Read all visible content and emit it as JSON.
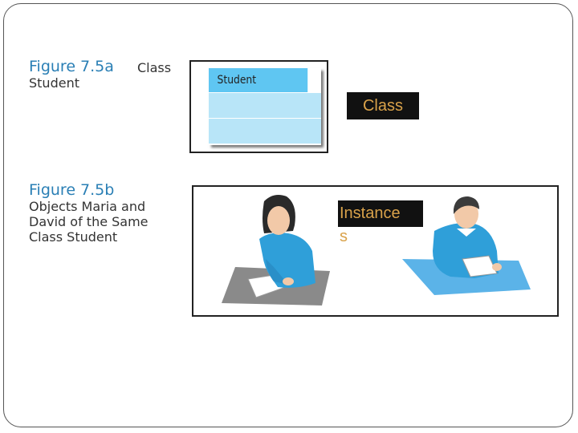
{
  "fig_a": {
    "title": "Figure 7.5a",
    "cap_1": "Class",
    "cap_2": "Student"
  },
  "fig_b": {
    "title": "Figure 7.5b",
    "cap": [
      "Objects Maria and",
      "David of the Same",
      "Class Student"
    ]
  },
  "uml": {
    "class_name": "Student"
  },
  "labels": {
    "class": "Class",
    "instances_1": "Instance",
    "instances_2": "s"
  },
  "colors": {
    "accent": "#2a7fb5",
    "uml_header": "#5fc6f2",
    "uml_body": "#b8e5f8",
    "shirt": "#2f9fd9",
    "label_text": "#d9a24a"
  }
}
